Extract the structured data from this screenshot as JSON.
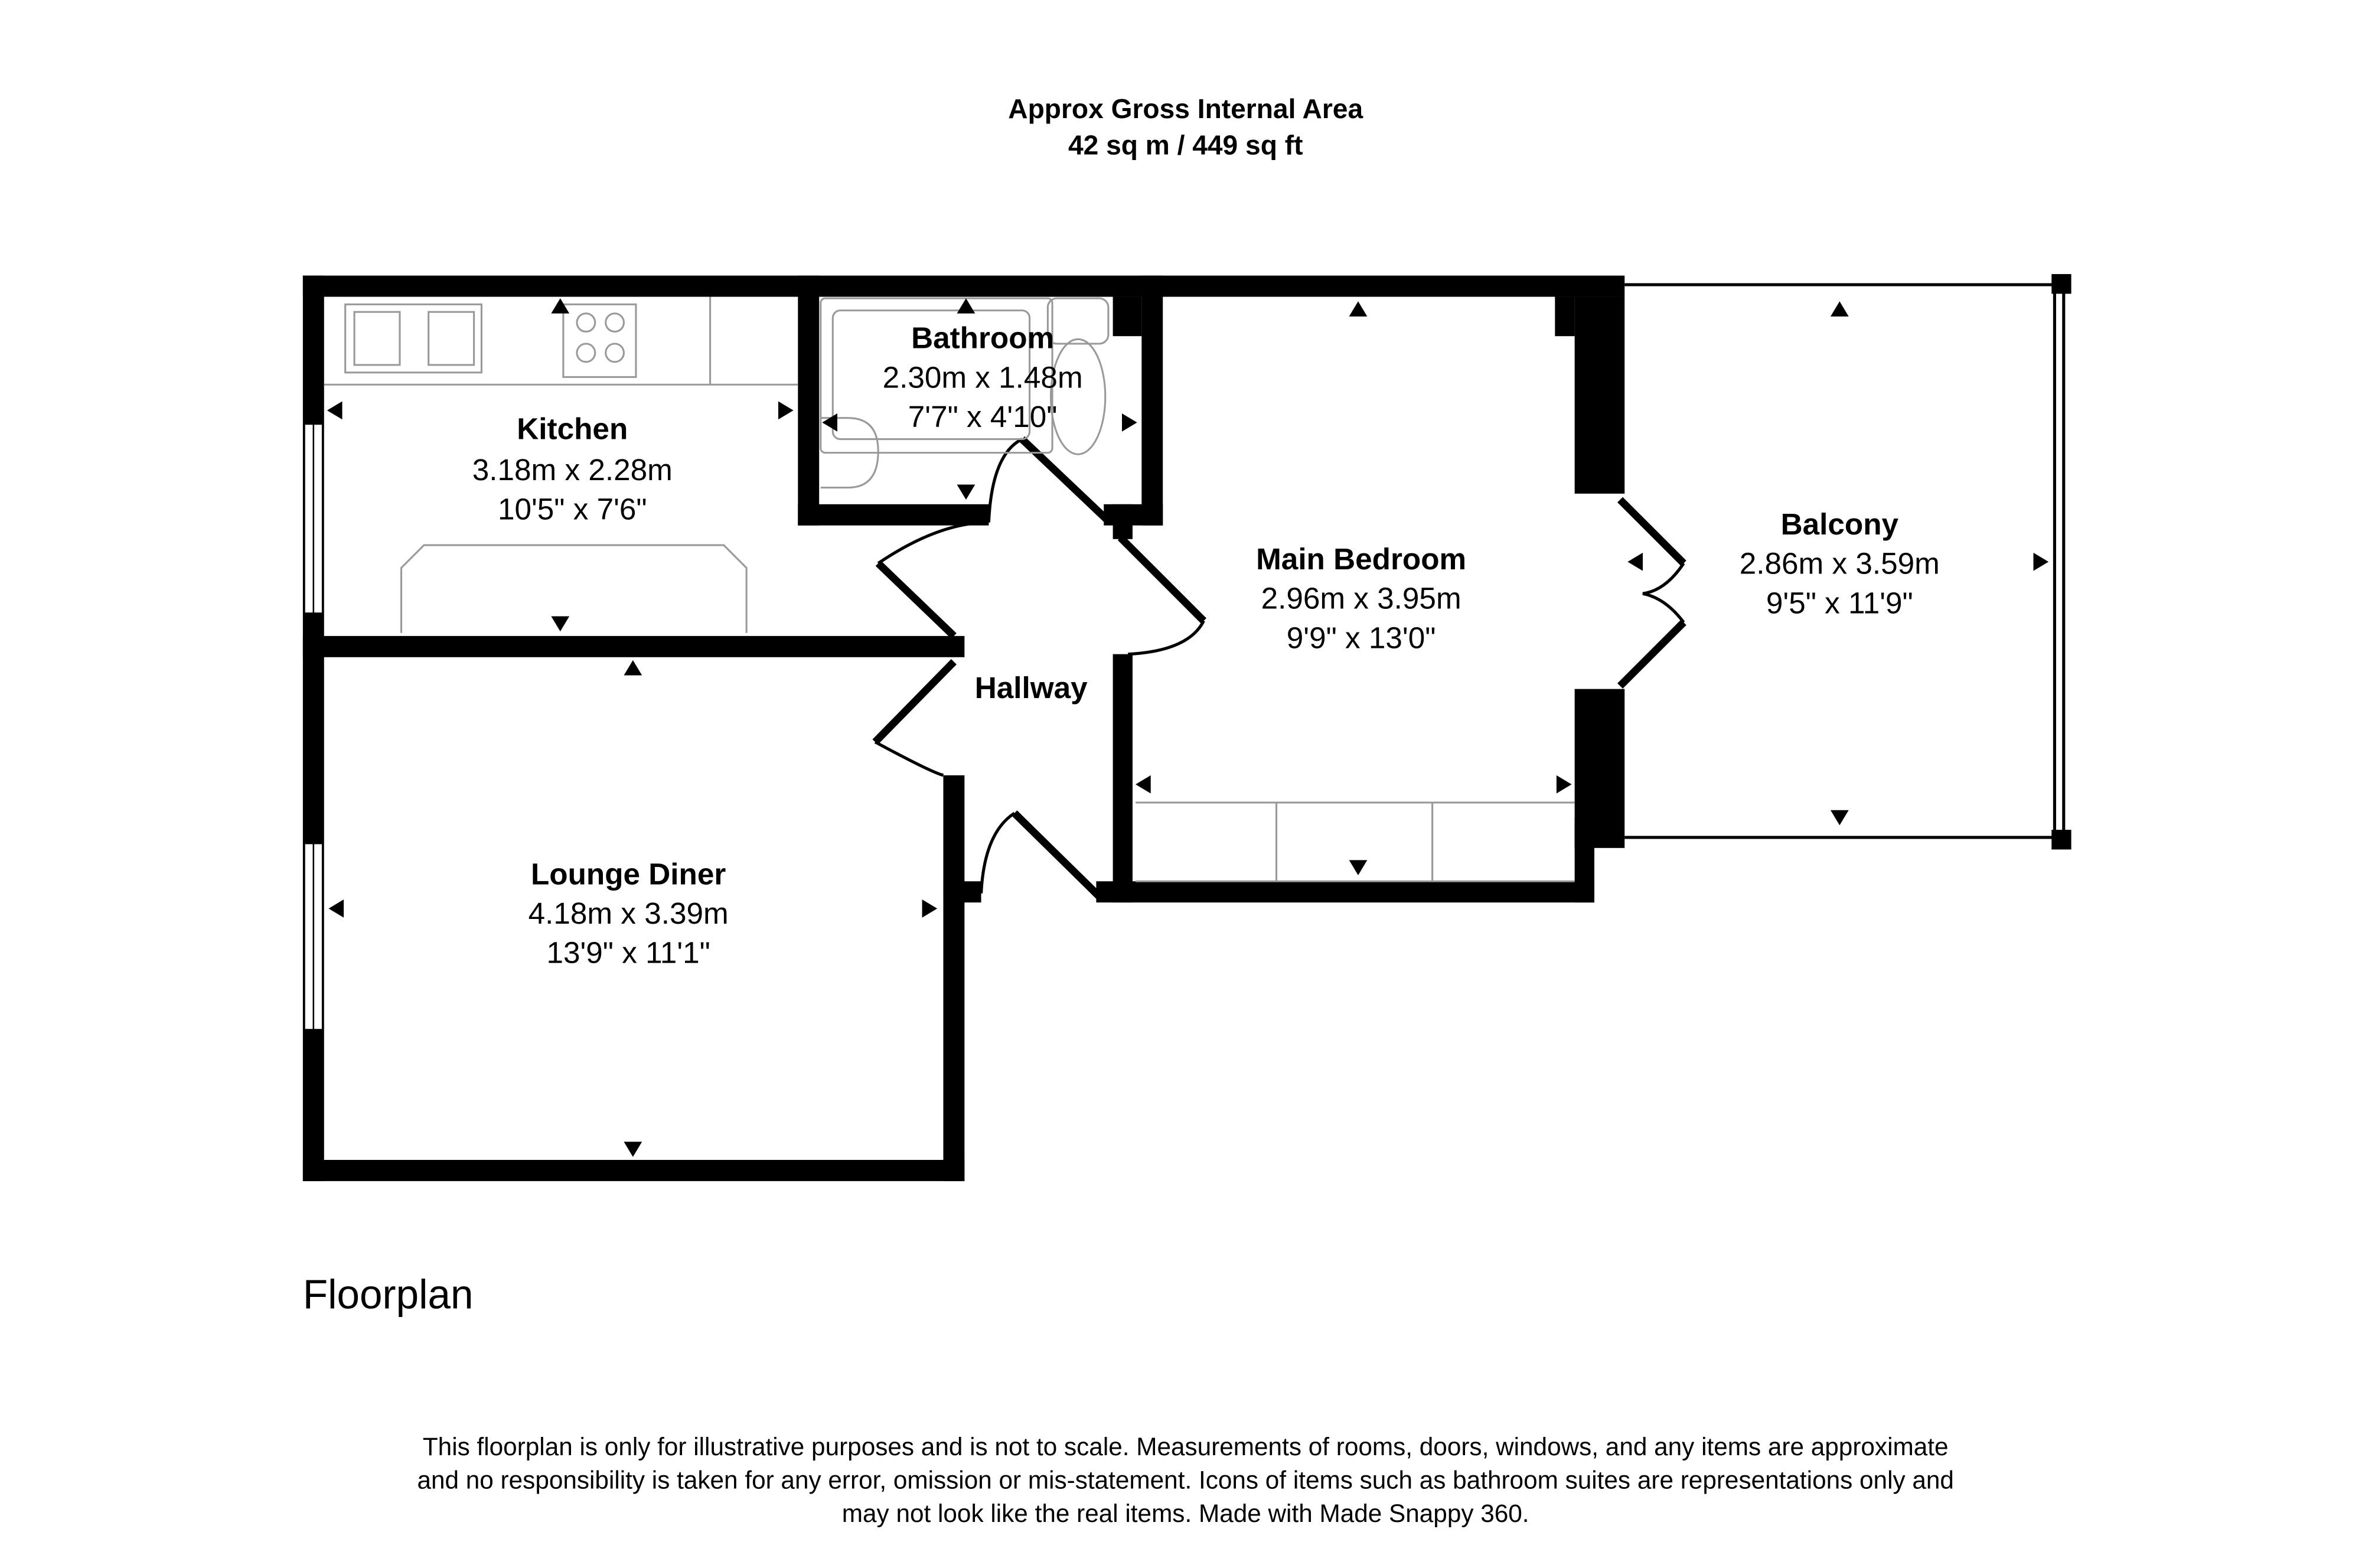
{
  "header": {
    "line1": "Approx Gross Internal Area",
    "line2": "42 sq m / 449 sq ft"
  },
  "rooms": [
    {
      "name": "Kitchen",
      "metric": "3.18m x 2.28m",
      "imperial": "10'5\" x 7'6\""
    },
    {
      "name": "Bathroom",
      "metric": "2.30m x 1.48m",
      "imperial": "7'7\" x 4'10\""
    },
    {
      "name": "Main Bedroom",
      "metric": "2.96m x 3.95m",
      "imperial": "9'9\" x 13'0\""
    },
    {
      "name": "Balcony",
      "metric": "2.86m x 3.59m",
      "imperial": "9'5\" x 11'9\""
    },
    {
      "name": "Hallway"
    },
    {
      "name": "Lounge Diner",
      "metric": "4.18m x 3.39m",
      "imperial": "13'9\" x 11'1\""
    }
  ],
  "floor_label": "Floorplan",
  "disclaimer": [
    "This floorplan is only for illustrative purposes and is not to scale. Measurements of rooms, doors, windows, and any items are approximate",
    "and no responsibility is taken for any error, omission or mis-statement. Icons of items such as bathroom suites are representations only and",
    "may not look like the real items. Made with Made Snappy 360."
  ]
}
